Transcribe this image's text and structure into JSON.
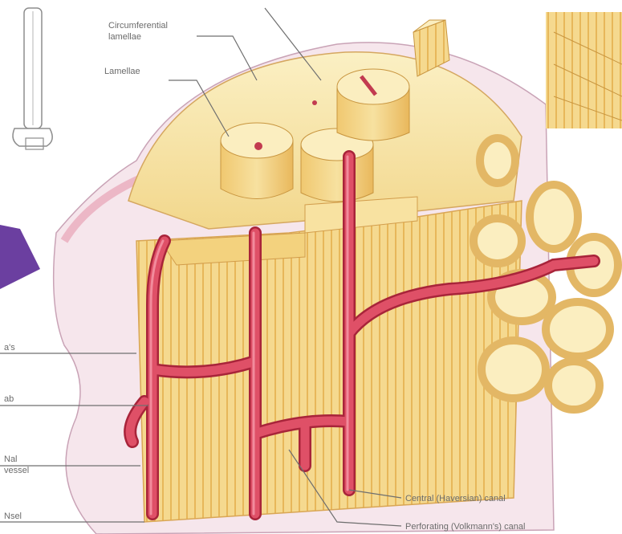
{
  "labels": {
    "circumferential_lamellae": "Circumferential\nlamellae",
    "lamellae": "Lamellae",
    "central_canal": "Central (Haversian) canal",
    "perforating_canal": "Perforating (Volkmann's) canal",
    "left_1": "a's",
    "left_2": "ab",
    "left_3": "Nal\nvessel",
    "left_4": "Nsel"
  },
  "colors": {
    "bone": "#f6e3a3",
    "bone_dark": "#e6b85a",
    "vessel": "#d9465a",
    "vessel_dark": "#a8243a",
    "periosteum": "#f3e2ea",
    "arrow": "#6b3fa0"
  }
}
